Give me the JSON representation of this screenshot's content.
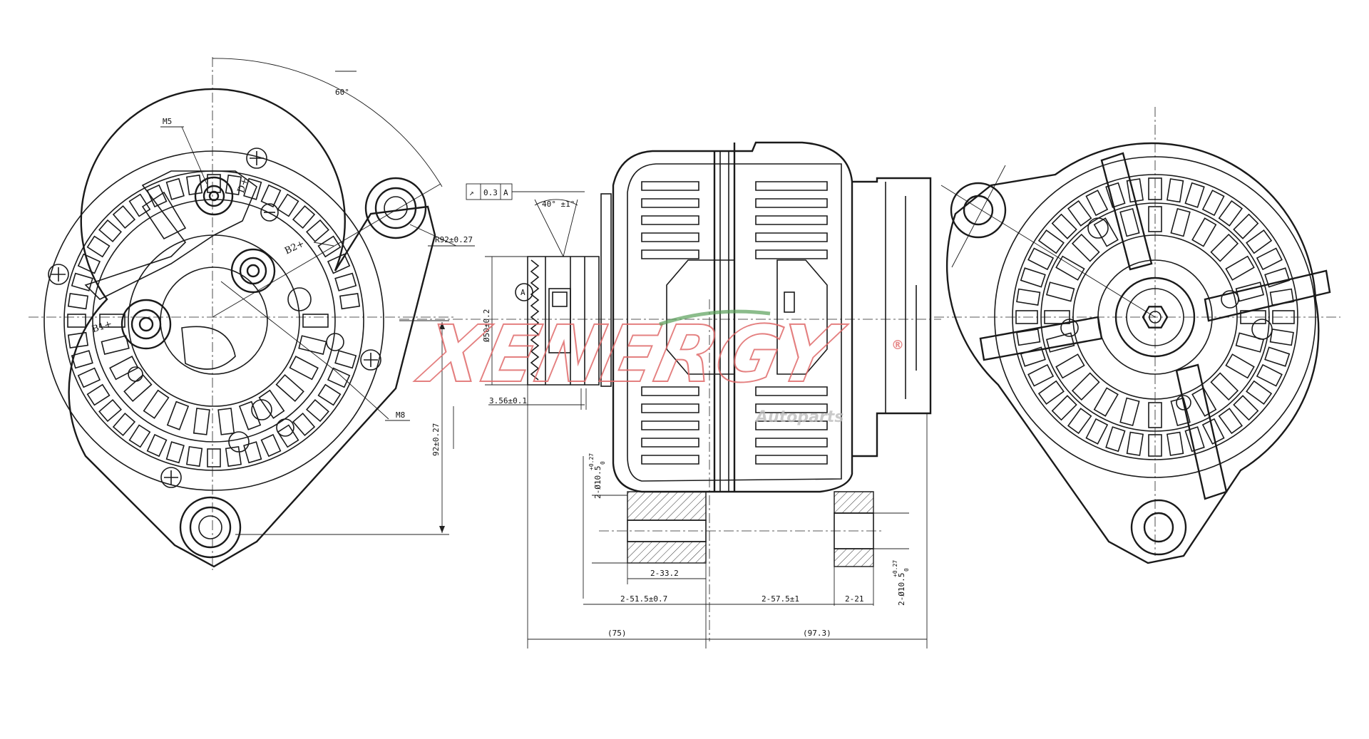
{
  "drawing": {
    "left_view": {
      "labels": {
        "m5": "M5",
        "d_plus": "D+",
        "b2_plus": "B2+",
        "b1_plus": "B1+",
        "m8": "M8",
        "angle": "60°",
        "radius": "R92±0.27",
        "height": "92±0.27"
      }
    },
    "side_view": {
      "labels": {
        "runout": "↗",
        "runout_value": "0.3",
        "datum": "A",
        "pulley_angle": "40° ±1°",
        "pulley_dia": "Ø50±0.2",
        "datum_marker": "A",
        "pulley_offset": "3.56±0.1",
        "hole_left": "2-Ø10.5",
        "hole_left_tol": "+0.27",
        "hole_left_tol0": "0",
        "hole_right": "2-Ø10.5",
        "hole_right_tol": "+0.27",
        "hole_right_tol0": "0",
        "dim_33": "2-33.2",
        "dim_515": "2-51.5±0.7",
        "dim_575": "2-57.5±1",
        "dim_21": "2-21",
        "dim_75": "(75)",
        "dim_973": "(97.3)"
      }
    },
    "watermark": {
      "brand": "XENERGY",
      "sub": "Autoparts",
      "reg": "®",
      "colors": {
        "brand_red": "#e06a6a",
        "brand_green": "#5aa05a",
        "sub_grey": "#bdbdbd"
      }
    }
  }
}
